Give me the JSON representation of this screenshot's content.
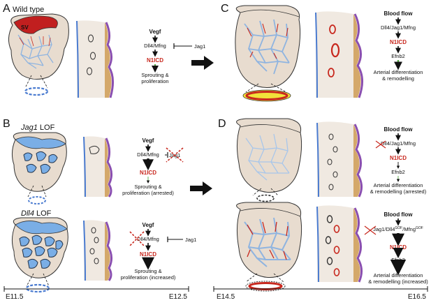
{
  "colors": {
    "heart": "#e8dccf",
    "vessel": "#8fb4e0",
    "artery": "#c8281e",
    "sinus": "#c11f1f",
    "myocardium_outer": "#8a4fb0",
    "epicardium": "#d4a86a",
    "endocardium": "#4a7bd0",
    "jag_blue": "#7aaee6",
    "arrow_green": "#58a945",
    "ring_yellow": "#f2e23a"
  },
  "panels": {
    "A": {
      "letter": "A",
      "title": "Wild type",
      "sv_label": "SV",
      "pathway": {
        "top": "Vegf",
        "mid": "Dll4/Mfng",
        "inhibitor": "Jag1",
        "notch": "N1ICD",
        "outcome1": "Sprouting &",
        "outcome2": "proliferation"
      }
    },
    "B": {
      "letter": "B",
      "jag1_title": "Jag1",
      "jag1_suffix": " LOF",
      "dll4_title": "Dll4",
      "dll4_suffix": " LOF",
      "jag1_pathway": {
        "top": "Vegf",
        "mid": "Dll4/Mfng",
        "inhibitor": "Jag1",
        "notch": "N1ICD",
        "outcome1": "Sprouting &",
        "outcome2": "proliferation (arrested)"
      },
      "dll4_pathway": {
        "top": "Vegf",
        "mid_cross": "Dll4",
        "mid_rest": "/Mfng",
        "inhibitor": "Jag1",
        "notch": "N1ICD",
        "outcome1": "Sprouting &",
        "outcome2": "proliferation (increased)"
      }
    },
    "C": {
      "letter": "C",
      "pathway": {
        "top": "Blood flow",
        "mid": "Dll4/Jag1/Mfng",
        "notch": "N1ICD",
        "target": "Efnb2",
        "outcome1": "Arterial differentiation",
        "outcome2": "& remodelling"
      }
    },
    "D": {
      "letter": "D",
      "top_pathway": {
        "top": "Blood flow",
        "mid_cross": "Dll4",
        "mid_rest": "/Jag1/Mfng",
        "notch": "N1ICD",
        "target": "Efnb2",
        "outcome1": "Arterial differentiation",
        "outcome2": "& remodelling (arrested)"
      },
      "bottom_pathway": {
        "top": "Blood flow",
        "mid_cross": "Jag1",
        "mid_a": "/Dll4",
        "sup1": "GOF",
        "mid_b": "/Mfng",
        "sup2": "GOF",
        "notch": "N1ICD",
        "target": "Efnb2",
        "outcome1": "Arterial differentiation",
        "outcome2": "& remodelling (increased)"
      }
    }
  },
  "timeline": {
    "left_start": "E11.5",
    "left_end": "E12.5",
    "right_start": "E14.5",
    "right_end": "E16.5"
  }
}
